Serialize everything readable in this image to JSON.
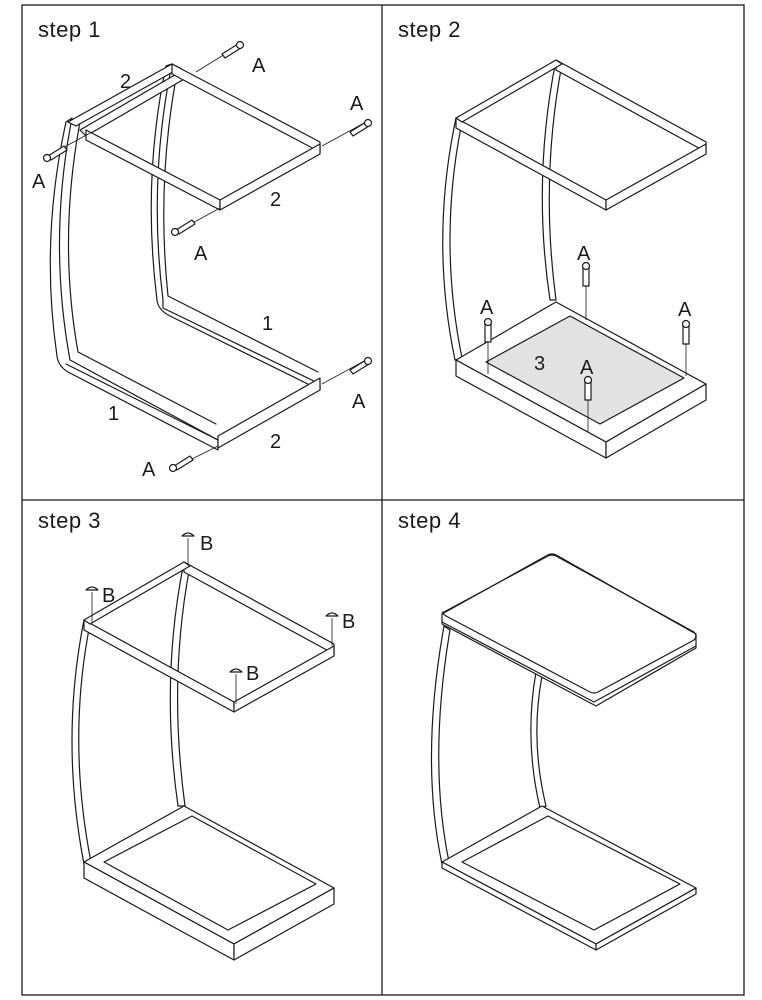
{
  "steps": [
    {
      "title": "step 1",
      "labels": {
        "tube_top_left": "2",
        "tube_top_right": "2",
        "tube_bottom_right": "1",
        "tube_bottom_left": "1",
        "tube_bottom_front": "2"
      },
      "screw": "A"
    },
    {
      "title": "step 2",
      "labels": {
        "shelf": "3"
      },
      "screw": "A"
    },
    {
      "title": "step 3",
      "screw": "B"
    },
    {
      "title": "step 4"
    }
  ],
  "colors": {
    "line": "#1a1a1a",
    "shelf": "#e2e2e2",
    "background": "#ffffff"
  }
}
